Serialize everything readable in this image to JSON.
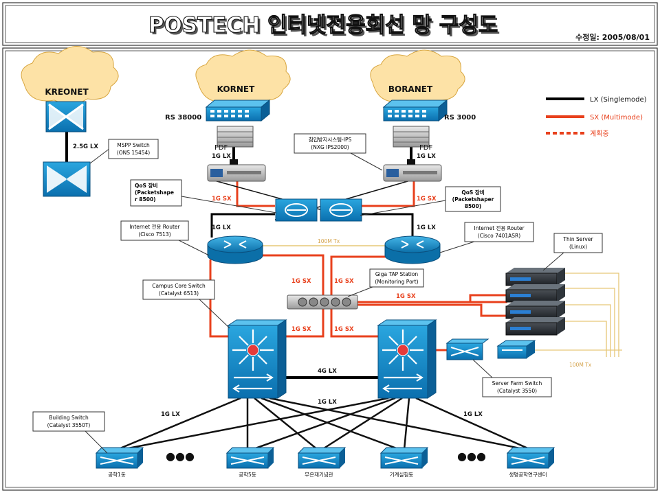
{
  "header": {
    "title": "POSTECH 인터넷전용회선 망 구성도",
    "revision": "수정일: 2005/08/01"
  },
  "clouds": {
    "kreonet": "KREONET",
    "kornet": "KORNET",
    "boranet": "BORANET"
  },
  "legend": {
    "lx": "LX (Singlemode)",
    "sx": "SX (Multimode)",
    "planned": "계획중",
    "colors": {
      "lx": "#000000",
      "sx": "#e8401c",
      "planned": "#e8401c"
    }
  },
  "labels": {
    "rs_kornet": "RS 38000",
    "rs_boranet": "RS 3000",
    "fdf": "FDF",
    "kreonet_link": "2.5G LX",
    "lx_1g": "1G LX",
    "sx_1g": "1G SX",
    "tx_100m": "100M Tx",
    "lx_4g": "4G LX",
    "dots": "●●●"
  },
  "callouts": {
    "mspp": [
      "MSPP Switch",
      "(ONS 15454)"
    ],
    "ips": [
      "침입방지시스템-IPS",
      "(NXG IPS2000)"
    ],
    "qos_left": [
      "QoS 장비",
      "(Packetshape",
      "r 8500)"
    ],
    "qos_right": [
      "QoS 장비",
      "(Packetshaper",
      "8500)"
    ],
    "router_left": [
      "Internet 전용 Router",
      "(Cisco 7513)"
    ],
    "router_right": [
      "Internet 전용 Router",
      "(Cisco 7401ASR)"
    ],
    "thin_server": [
      "Thin Server",
      "(Linux)"
    ],
    "giga_tap": [
      "Giga TAP Station",
      "(Monitoring Port)"
    ],
    "core_switch": [
      "Campus Core Switch",
      "(Catalyst 6513)"
    ],
    "server_farm": [
      "Server Farm Switch",
      "(Catalyst 3550)"
    ],
    "building_switch": [
      "Building Switch",
      "(Catalyst 3550T)"
    ]
  },
  "buildings": [
    "공학1동",
    "공학5동",
    "무은재기념관",
    "기계실험동",
    "생명공학연구센터"
  ]
}
